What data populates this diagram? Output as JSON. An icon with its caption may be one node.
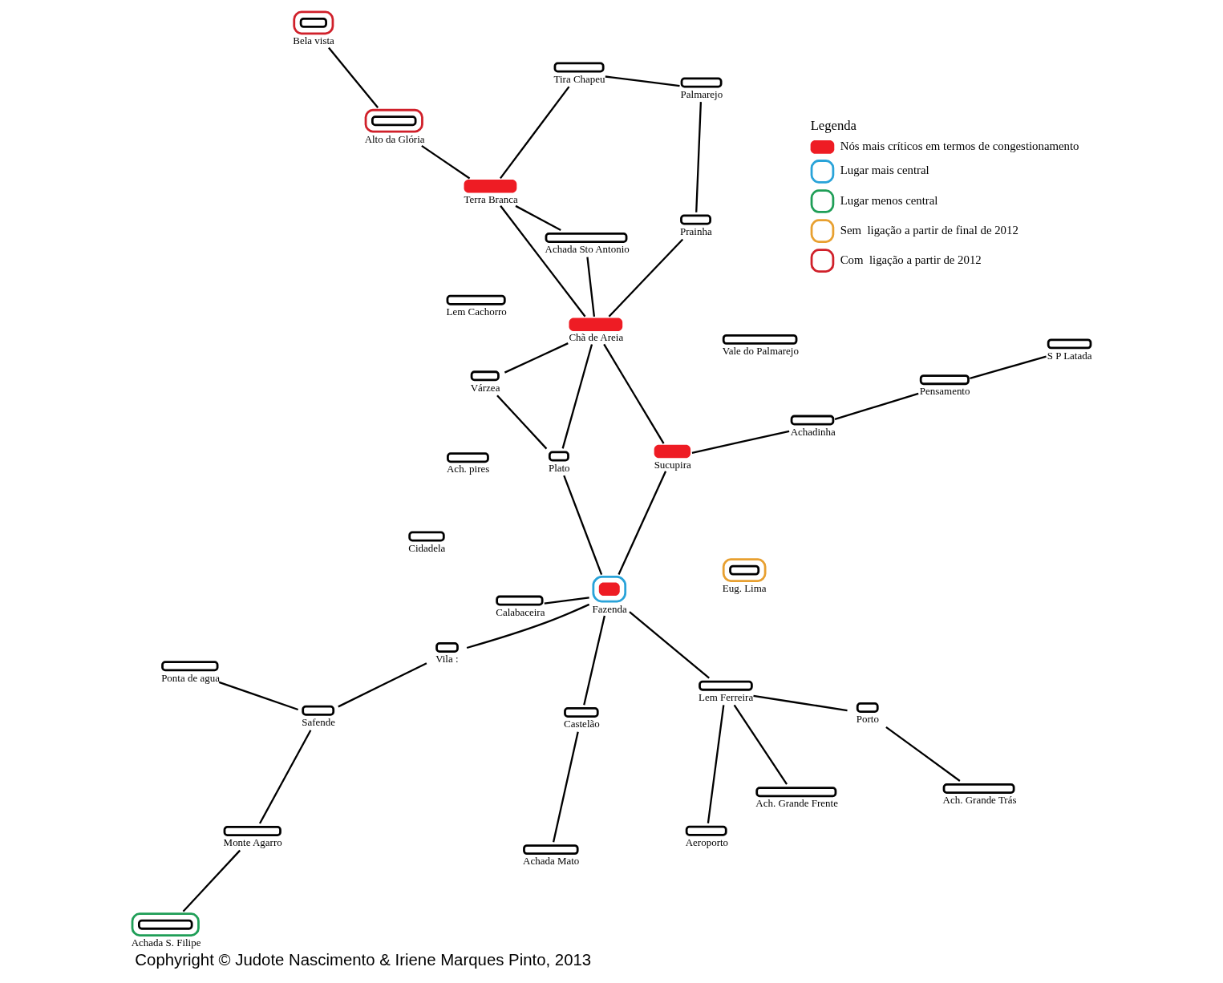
{
  "diagram": {
    "caption": "Cophyright © Judote Nascimento & Iriene Marques Pinto, 2013",
    "nodes": [
      {
        "text": [
          "Achada S. Filipe"
        ]
      },
      {
        "text": [
          "Monte Agarro"
        ]
      },
      {
        "text": [
          "Safende"
        ]
      },
      {
        "text": [
          "Ponta de agua"
        ]
      },
      {
        "text": [
          "Lem Cachorro"
        ]
      },
      {
        "text": [
          "Ach. pires"
        ]
      },
      {
        "text": [
          "Vila :"
        ]
      },
      {
        "text": [
          "S P Latada"
        ]
      },
      {
        "text": [
          "Calabaceira"
        ]
      },
      {
        "text": [
          "Fazenda"
        ]
      },
      {
        "text": [
          "Castelão"
        ]
      },
      {
        "text": [
          "Achada Mato"
        ]
      },
      {
        "text": [
          "Aeroporto"
        ]
      },
      {
        "text": [
          "Lem Ferreira"
        ]
      },
      {
        "text": [
          "Ach. Grande Frente"
        ]
      },
      {
        "text": [
          "Porto"
        ]
      },
      {
        "text": [
          "Ach. Grande Trás"
        ]
      },
      {
        "text": [
          "Pensamento"
        ]
      },
      {
        "text": [
          "Achadinha"
        ]
      },
      {
        "text": [
          "Sucupira"
        ]
      },
      {
        "text": [
          "Eug. Lima"
        ]
      },
      {
        "text": [
          "Várzea"
        ]
      },
      {
        "text": [
          "Plato"
        ]
      },
      {
        "text": [
          "Alto da Glória"
        ]
      },
      {
        "text": [
          "Bela vista"
        ]
      },
      {
        "text": [
          "Chã de Areia"
        ]
      },
      {
        "text": [
          "Terra Branca"
        ]
      },
      {
        "text": [
          "Tira Chapeu"
        ]
      },
      {
        "text": [
          "Achada Sto Antonio"
        ]
      },
      {
        "text": [
          "Vale do Palmarejo"
        ]
      },
      {
        "text": [
          "Palmarejo"
        ]
      },
      {
        "text": [
          "Cidadela"
        ]
      },
      {
        "text": [
          "Prainha"
        ]
      }
    ],
    "edges": [
      {
        "from": 0,
        "to": 1,
        "arrow": "none"
      },
      {
        "from": 1,
        "to": 2,
        "arrow": "none"
      },
      {
        "from": 2,
        "to": 3,
        "arrow": "none"
      },
      {
        "from": 2,
        "to": 6,
        "arrow": "none"
      },
      {
        "from": 6,
        "to": 9,
        "arrow": "none"
      },
      {
        "from": 8,
        "to": 9,
        "arrow": "none"
      },
      {
        "from": 9,
        "to": 10,
        "arrow": "none"
      },
      {
        "from": 10,
        "to": 11,
        "arrow": "none"
      },
      {
        "from": 9,
        "to": 13,
        "arrow": "none"
      },
      {
        "from": 13,
        "to": 12,
        "arrow": "none"
      },
      {
        "from": 13,
        "to": 14,
        "arrow": "none"
      },
      {
        "from": 13,
        "to": 15,
        "arrow": "none"
      },
      {
        "from": 15,
        "to": 16,
        "arrow": "none"
      },
      {
        "from": 9,
        "to": 19,
        "arrow": "none"
      },
      {
        "from": 9,
        "to": 22,
        "arrow": "none"
      },
      {
        "from": 7,
        "to": 17,
        "arrow": "none"
      },
      {
        "from": 17,
        "to": 18,
        "arrow": "none"
      },
      {
        "from": 18,
        "to": 19,
        "arrow": "none"
      },
      {
        "from": 19,
        "to": 25,
        "arrow": "none"
      },
      {
        "from": 21,
        "to": 25,
        "arrow": "none"
      },
      {
        "from": 21,
        "to": 22,
        "arrow": "none"
      },
      {
        "from": 22,
        "to": 25,
        "arrow": "none"
      },
      {
        "from": 23,
        "to": 24,
        "arrow": "none"
      },
      {
        "from": 23,
        "to": 26,
        "arrow": "none"
      },
      {
        "from": 26,
        "to": 25,
        "arrow": "none"
      },
      {
        "from": 26,
        "to": 27,
        "arrow": "none"
      },
      {
        "from": 26,
        "to": 28,
        "arrow": "none"
      },
      {
        "from": 25,
        "to": 28,
        "arrow": "none"
      },
      {
        "from": 25,
        "to": 32,
        "arrow": "none"
      },
      {
        "from": 27,
        "to": 30,
        "arrow": "none"
      },
      {
        "from": 30,
        "to": 32,
        "arrow": "none"
      }
    ],
    "labels": [
      "Legenda"
    ],
    "legend": [
      {
        "text": "Nós mais críticos em termos de congestionamento",
        "color": "#ee1c24"
      },
      {
        "text": "Lugar mais central",
        "color": "#29a3d9"
      },
      {
        "text": "Lugar menos central",
        "color": "#1f9e57"
      },
      {
        "text": "Sem  ligação a partir de final de 2012",
        "color": "#e8a030"
      },
      {
        "text": "Com  ligação a partir de 2012",
        "color": "#d0202a"
      }
    ]
  }
}
